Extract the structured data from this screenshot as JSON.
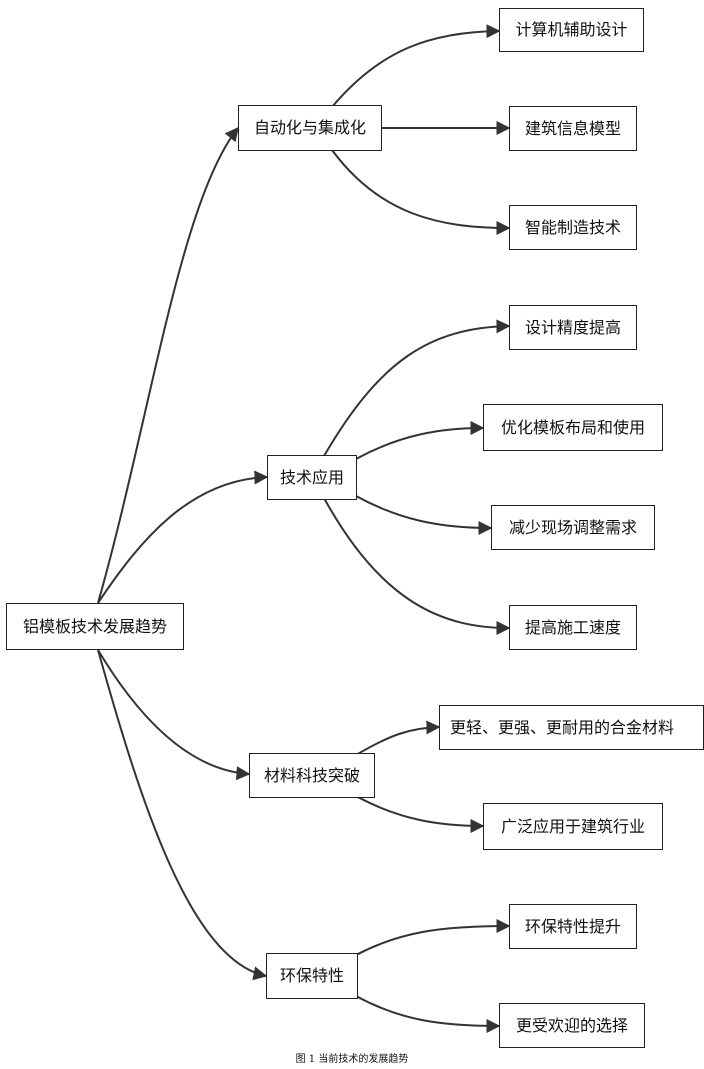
{
  "root": {
    "label": "铝模板技术发展趋势"
  },
  "branches": [
    {
      "label": "自动化与集成化",
      "children": [
        "计算机辅助设计",
        "建筑信息模型",
        "智能制造技术"
      ]
    },
    {
      "label": "技术应用",
      "children": [
        "设计精度提高",
        "优化模板布局和使用",
        "减少现场调整需求",
        "提高施工速度"
      ]
    },
    {
      "label": "材料科技突破",
      "children": [
        "更轻、更强、更耐用的合金材料",
        "广泛应用于建筑行业"
      ]
    },
    {
      "label": "环保特性",
      "children": [
        "环保特性提升",
        "更受欢迎的选择"
      ]
    }
  ],
  "caption": "图 1 当前技术的发展趋势",
  "colors": {
    "line": "#333333",
    "border": "#222222",
    "text": "#111111"
  }
}
